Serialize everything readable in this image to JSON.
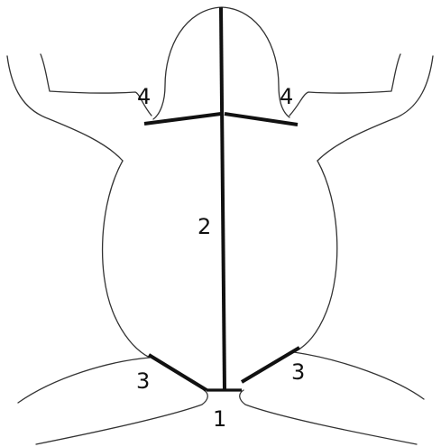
{
  "diagram": {
    "labels": {
      "base": "1",
      "midline": "2",
      "left_leg": "3",
      "right_leg": "3",
      "left_arm": "4",
      "right_arm": "4"
    },
    "colors": {
      "outline": "#333333",
      "measure": "#111111",
      "background": "#ffffff"
    }
  }
}
